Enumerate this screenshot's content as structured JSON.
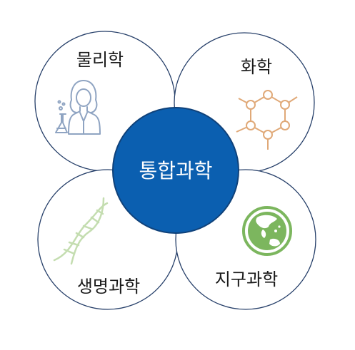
{
  "center": {
    "label": "통합과학",
    "color": "#0b5fb0",
    "stroke": "#10427a"
  },
  "fields": [
    {
      "label": "물리학",
      "icon": "scientist-icon"
    },
    {
      "label": "화학",
      "icon": "molecule-icon"
    },
    {
      "label": "생명과학",
      "icon": "dna-icon"
    },
    {
      "label": "지구과학",
      "icon": "globe-icon"
    }
  ],
  "colors": {
    "outline": "#27406a",
    "physics_icon": "#8fa4c2",
    "chemistry_icon": "#e0a978",
    "biology_icon": "#c4ddb0",
    "earth_icon": "#7cb65e"
  }
}
